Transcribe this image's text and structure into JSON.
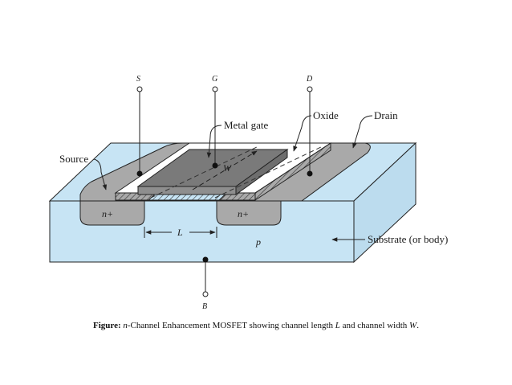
{
  "terminals": {
    "source": "S",
    "gate": "G",
    "drain": "D",
    "body": "B"
  },
  "labels": {
    "source": "Source",
    "metal_gate": "Metal gate",
    "oxide": "Oxide",
    "drain": "Drain",
    "substrate": "Substrate (or body)",
    "n_plus_left": "n+",
    "n_plus_right": "n+",
    "p": "p",
    "length": "L",
    "width": "W"
  },
  "caption": {
    "prefix": "Figure:",
    "n": "n",
    "text_1": "-Channel Enhancement MOSFET showing channel length ",
    "L": "L",
    "text_2": " and channel width ",
    "W": "W",
    "end": "."
  },
  "colors": {
    "substrate": "#c7e4f4",
    "diffusion": "#a9a9a9",
    "gate_metal": "#7a7a7a",
    "oxide": "#ffffff",
    "outline": "#222222"
  }
}
